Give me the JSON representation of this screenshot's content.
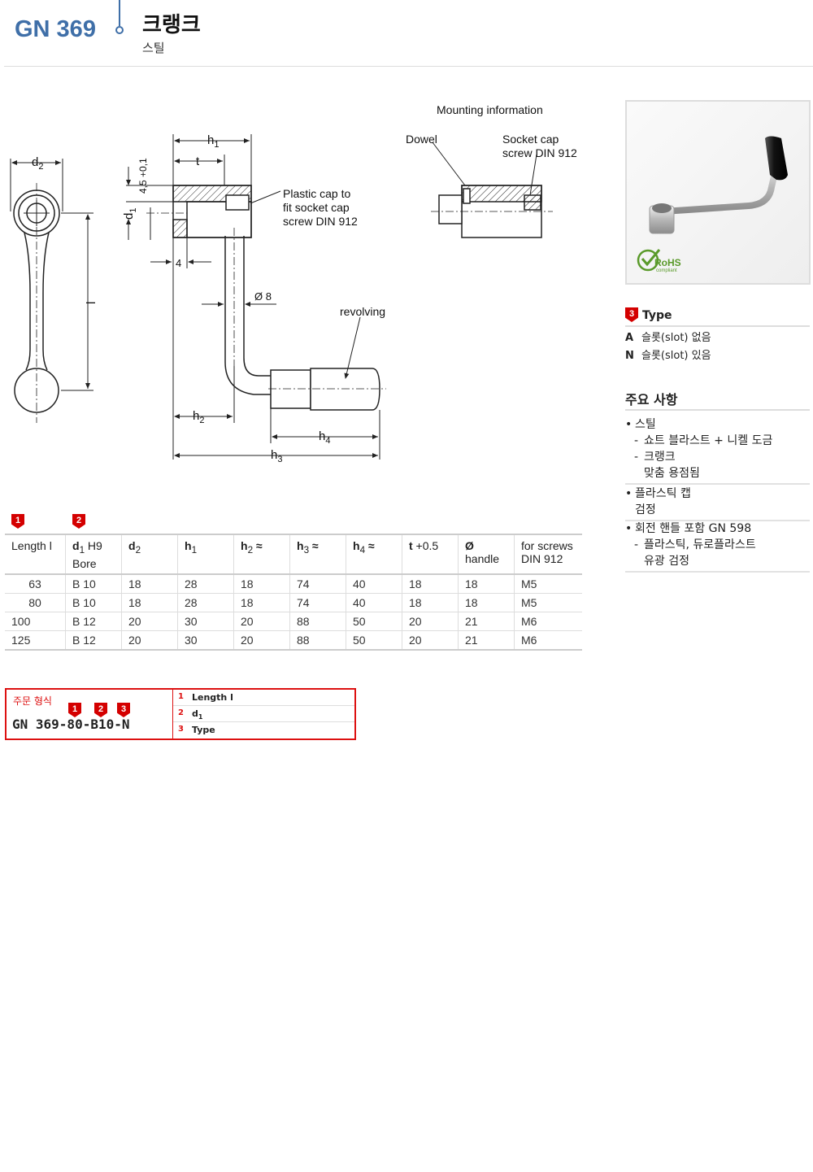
{
  "header": {
    "code": "GN 369",
    "title": "크랭크",
    "subtitle": "스틸"
  },
  "drawing": {
    "mounting_title": "Mounting information",
    "dowel": "Dowel",
    "socket_cap_1": "Socket cap",
    "socket_cap_2": "screw DIN 912",
    "plastic_cap_1": "Plastic cap to",
    "plastic_cap_2": "fit socket cap",
    "plastic_cap_3": "screw DIN 912",
    "revolving": "revolving",
    "dim_d2": "d",
    "dim_d1": "d",
    "dim_h1": "h",
    "dim_t": "t",
    "dim_45": "4,5 +0,1",
    "dim_4": "4",
    "dim_o8": "Ø 8",
    "dim_l": "l",
    "dim_h2": "h",
    "dim_h3": "h",
    "dim_h4": "h",
    "sub_1": "1",
    "sub_2": "2",
    "sub_3": "3",
    "sub_4": "4"
  },
  "photo": {
    "rohs_label": "RoHS",
    "rohs_sub": "compliant"
  },
  "type_section": {
    "badge": "3",
    "heading": "Type",
    "items": [
      {
        "code": "A",
        "desc": "슬롯(slot) 없음"
      },
      {
        "code": "N",
        "desc": "슬롯(slot) 있음"
      }
    ]
  },
  "features": {
    "heading": "주요 사항",
    "blocks": [
      {
        "main": "스틸",
        "subs": [
          "쇼트 블라스트 + 니켈 도금",
          "크랭크",
          "맞춤 용점됨"
        ]
      },
      {
        "main": "플라스틱 캡",
        "cont": "검정"
      },
      {
        "main": "회전 핸들 포함 GN 598",
        "subs": [
          "플라스틱, 듀로플라스트",
          "유광 검정"
        ]
      }
    ]
  },
  "table": {
    "badge1": "1",
    "badge2": "2",
    "headers": {
      "length": "Length l",
      "d1": "d",
      "d1_sub": "1",
      "d1_extra": " H9",
      "d1_line2": "Bore",
      "d2": "d",
      "d2_sub": "2",
      "h1": "h",
      "h1_sub": "1",
      "h2": "h",
      "h2_sub": "2",
      "h2_extra": " ≈",
      "h3": "h",
      "h3_sub": "3",
      "h3_extra": " ≈",
      "h4": "h",
      "h4_sub": "4",
      "h4_extra": " ≈",
      "t": "t",
      "t_extra": " +0.5",
      "o": "Ø",
      "o_line2": "handle",
      "screws": "for screws",
      "screws_line2": "DIN 912"
    },
    "rows": [
      [
        "63",
        "B 10",
        "18",
        "28",
        "18",
        "74",
        "40",
        "18",
        "18",
        "M5"
      ],
      [
        "80",
        "B 10",
        "18",
        "28",
        "18",
        "74",
        "40",
        "18",
        "18",
        "M5"
      ],
      [
        "100",
        "B 12",
        "20",
        "30",
        "20",
        "88",
        "50",
        "20",
        "21",
        "M6"
      ],
      [
        "125",
        "B 12",
        "20",
        "30",
        "20",
        "88",
        "50",
        "20",
        "21",
        "M6"
      ]
    ]
  },
  "order": {
    "label": "주문 형식",
    "code": "GN 369-80-B10-N",
    "b1": "1",
    "b2": "2",
    "b3": "3",
    "rows": [
      {
        "n": "1",
        "t": "Length l"
      },
      {
        "n": "2",
        "t": "d",
        "sub": "1"
      },
      {
        "n": "3",
        "t": "Type"
      }
    ]
  },
  "colors": {
    "accent": "#3f6fa8",
    "red": "#d40000"
  }
}
